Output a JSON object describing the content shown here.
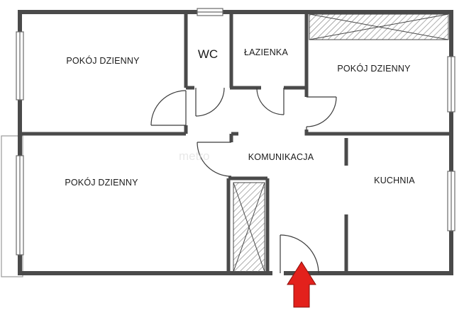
{
  "rooms": {
    "living_top_left": "POKÓJ DZIENNY",
    "wc": "WC",
    "bathroom": "ŁAZIENKA",
    "living_top_right": "POKÓJ DZIENNY",
    "corridor": "KOMUNIKACJA",
    "living_bottom_left": "POKÓJ DZIENNY",
    "kitchen": "KUCHNIA"
  },
  "watermark": "metro",
  "colors": {
    "wall": "#4a4a4a",
    "hatch": "#8a8a8a",
    "entrance_arrow": "#e3211c",
    "window": "#6a6a6a"
  },
  "icons": {
    "entrance": "entrance-arrow-icon",
    "door": "door-swing-icon",
    "window": "window-icon"
  }
}
